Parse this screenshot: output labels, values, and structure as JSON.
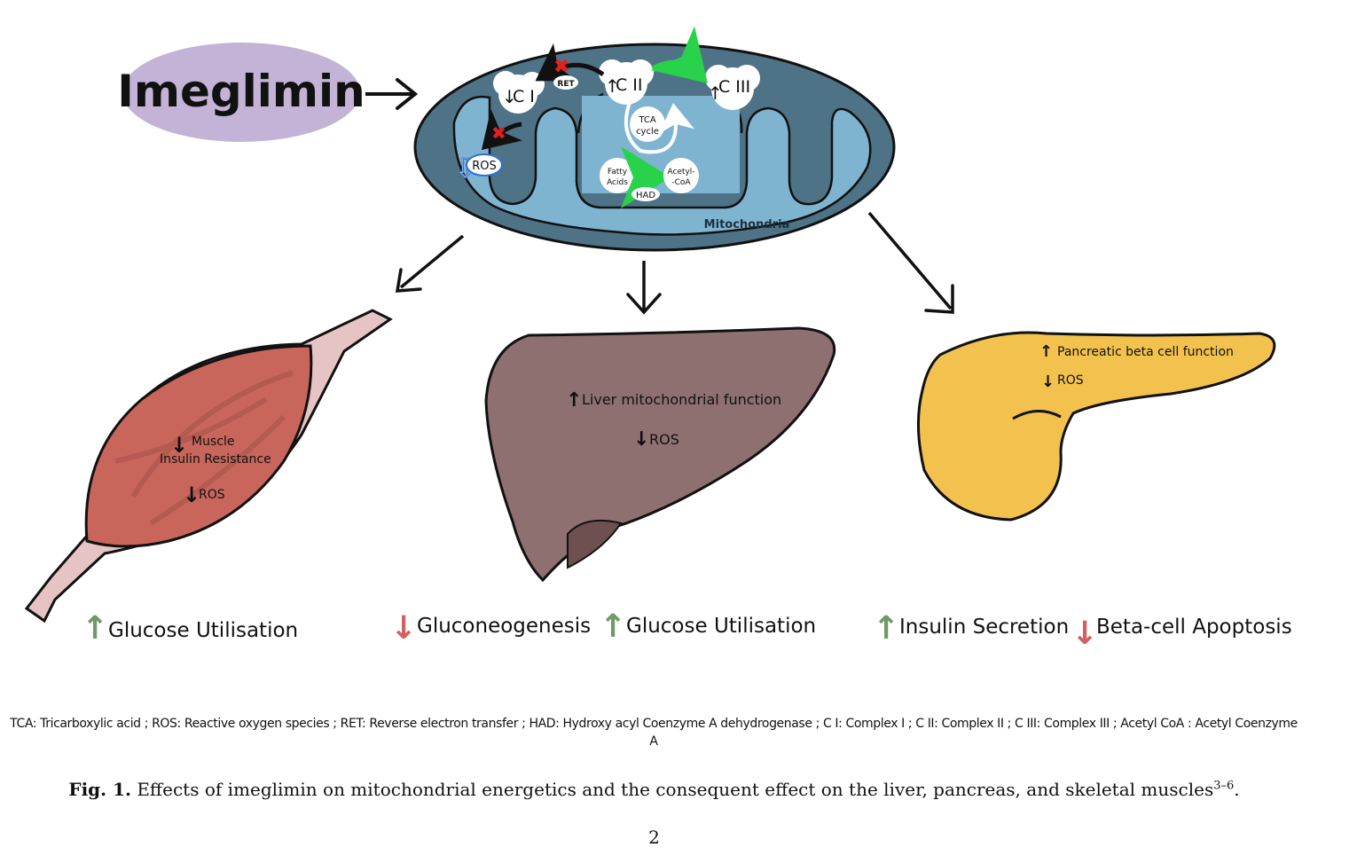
{
  "drug": {
    "label": "Imeglimin",
    "color": "#c3b3d6"
  },
  "mitochondria": {
    "label": "Mitochondria",
    "complex1": "C I",
    "complex2": "C II",
    "complex3": "C III",
    "ret": "RET",
    "tca": [
      "TCA",
      "cycle"
    ],
    "ros": "ROS",
    "fatty_acids": [
      "Fatty",
      "Acids"
    ],
    "acetyl_coa": [
      "Acetyl-",
      "-CoA"
    ],
    "had": "HAD",
    "outer_color": "#4e7286",
    "inner_color": "#7fb4d1"
  },
  "muscle": {
    "line1": "Muscle",
    "line2": "Insulin Resistance",
    "ros": "ROS",
    "color": "#c8665c"
  },
  "liver": {
    "function": "Liver mitochondrial function",
    "ros": "ROS",
    "color": "#8e7070"
  },
  "pancreas": {
    "function": "Pancreatic beta cell function",
    "ros": "ROS",
    "color": "#f3c24e"
  },
  "outcomes": {
    "muscle_up": "Glucose Utilisation",
    "liver_down": "Gluconeogenesis",
    "liver_up": "Glucose Utilisation",
    "pancreas_up": "Insulin Secretion",
    "pancreas_down": "Beta-cell Apoptosis",
    "up_color": "#6f9a68",
    "down_color": "#d26262"
  },
  "abbreviations": "TCA: Tricarboxylic acid ; ROS: Reactive oxygen species ; RET: Reverse electron transfer ; HAD: Hydroxy acyl Coenzyme A dehydrogenase ; C I: Complex I ; C II: Complex II ; C III: Complex III ; Acetyl CoA : Acetyl Coenzyme A",
  "caption": {
    "label": "Fig. 1.",
    "text": "Effects of imeglimin on mitochondrial energetics and the consequent effect on the liver, pancreas, and skeletal muscles",
    "refs": "3–6",
    "end": "."
  },
  "page_number": "2"
}
